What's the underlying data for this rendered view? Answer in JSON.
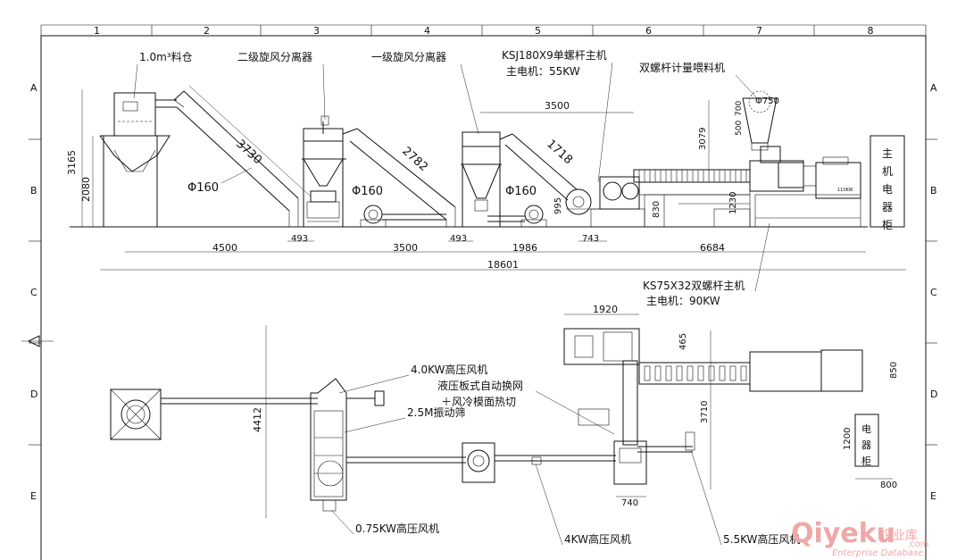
{
  "grid": {
    "columns": [
      "1",
      "2",
      "3",
      "4",
      "5",
      "6",
      "7",
      "8"
    ],
    "rows": [
      "A",
      "B",
      "C",
      "D",
      "E"
    ]
  },
  "labels": {
    "hopper": "1.0m³料仓",
    "cyclone2": "二级旋风分离器",
    "cyclone1": "一级旋风分离器",
    "single_screw": "KSJ180X9单螺杆主机",
    "single_motor": "主电机：55KW",
    "twin_feeder": "双螺杆计量喂料机",
    "twin_screw": "KS75X32双螺杆主机",
    "twin_motor": "主电机：90KW",
    "cabinet_top": "主机电器柜",
    "cabinet_bottom": "电器柜",
    "fan_4": "4.0KW高压风机",
    "screen_changer": "液压板式自动换网",
    "hot_cut": "＋风冷模面热切",
    "vibro": "2.5M振动筛",
    "fan_075": "0.75KW高压风机",
    "fan_4b": "4KW高压风机",
    "fan_55": "5.5KW高压风机",
    "motor_plate": "110KW"
  },
  "dims": {
    "d3730": "3730",
    "d2782": "2782",
    "d1718": "1718",
    "phi160a": "Φ160",
    "phi160b": "Φ160",
    "phi160c": "Φ160",
    "d3165": "3165",
    "d2080": "2080",
    "d493a": "493",
    "d493b": "493",
    "d4500": "4500",
    "d3500a": "3500",
    "d1986": "1986",
    "d6684": "6684",
    "d18601": "18601",
    "d3500b": "3500",
    "d995": "995",
    "d743": "743",
    "d830": "830",
    "d1230": "1230",
    "d3079": "3079",
    "d700": "700",
    "d500": "500",
    "phi750": "Φ750",
    "d1920": "1920",
    "d465": "465",
    "d3710": "3710",
    "d4412": "4412",
    "d850": "850",
    "d1200": "1200",
    "d800": "800",
    "d740": "740"
  },
  "watermark": {
    "brand": "Qiyeku",
    "cn": "企业库",
    "sub": "Enterprise Database",
    "domain": ".com"
  }
}
